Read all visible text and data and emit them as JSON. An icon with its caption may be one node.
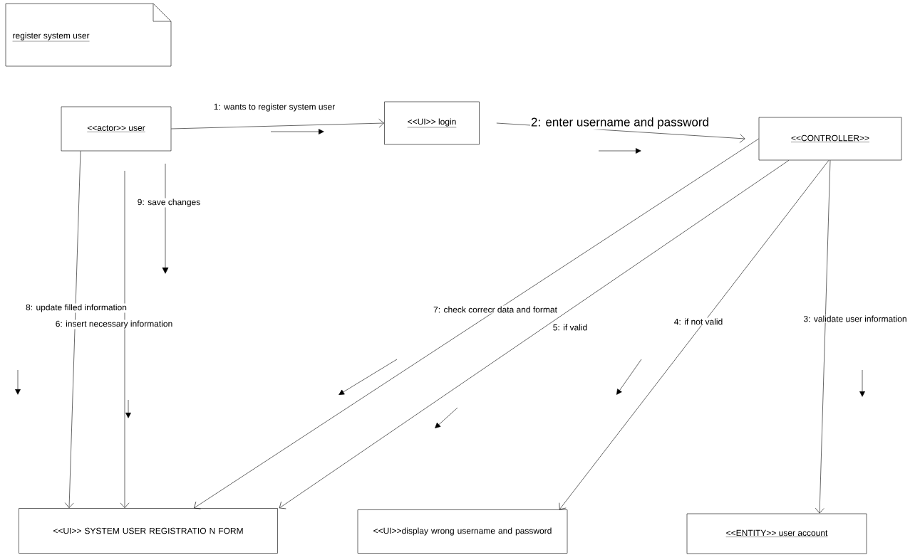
{
  "diagram": {
    "nodes": [
      {
        "text": [
          "register system user"
        ]
      },
      {
        "text": [
          "<<actor>> user"
        ]
      },
      {
        "text": [
          "<<UI>> login"
        ]
      },
      {
        "text": [
          "<<CONTROLLER>>"
        ]
      },
      {
        "text": [
          "<<UI>> SYSTEM USER REGISTRATIO N FORM"
        ]
      },
      {
        "text": [
          "<<UI>>display wrong username and password"
        ]
      },
      {
        "text": [
          "<<ENTITY>> user account"
        ]
      }
    ],
    "edges": [
      {
        "from": 1,
        "to": 2,
        "arrow": "to",
        "label": "1: wants to register system user"
      },
      {
        "from": 2,
        "to": 3,
        "arrow": "to",
        "label": "2: enter username and password"
      },
      {
        "from": 3,
        "to": 6,
        "arrow": "to",
        "label": "3: validate user information"
      },
      {
        "from": 3,
        "to": 5,
        "arrow": "to",
        "label": "4: if not valid"
      },
      {
        "from": 3,
        "to": 4,
        "arrow": "to",
        "label": "5: if valid"
      },
      {
        "from": 3,
        "to": 4,
        "arrow": "to",
        "label": "7: check correcr data and format"
      },
      {
        "from": 1,
        "to": 4,
        "arrow": "to",
        "label": "8: update filled information"
      },
      {
        "from": null,
        "to": 4,
        "arrow": "to",
        "label": "6: insert necessary information"
      }
    ],
    "labels": [
      "9: save changes"
    ]
  }
}
